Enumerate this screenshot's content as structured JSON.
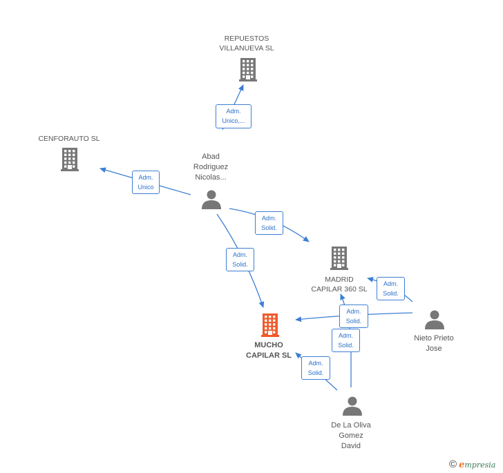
{
  "colors": {
    "edge": "#3d7fd1",
    "company": "#777777",
    "focus": "#f05a2a",
    "person": "#777777"
  },
  "nodes": [
    {
      "id": "repuestos",
      "kind": "company",
      "lines": [
        "REPUESTOS",
        "VILLANUEVA  SL"
      ]
    },
    {
      "id": "cenforauto",
      "kind": "company",
      "lines": [
        "CENFORAUTO SL"
      ]
    },
    {
      "id": "abad",
      "kind": "person",
      "lines": [
        "Abad",
        "Rodriguez",
        "Nicolas..."
      ]
    },
    {
      "id": "madrid",
      "kind": "company",
      "lines": [
        "MADRID",
        "CAPILAR 360  SL"
      ]
    },
    {
      "id": "mucho",
      "kind": "focus",
      "lines": [
        "MUCHO",
        "CAPILAR  SL"
      ]
    },
    {
      "id": "nieto",
      "kind": "person",
      "lines": [
        "Nieto Prieto",
        "Jose"
      ]
    },
    {
      "id": "oliva",
      "kind": "person",
      "lines": [
        "De La Oliva",
        "Gomez",
        "David"
      ]
    }
  ],
  "edges": [
    {
      "id": "abad-repuestos",
      "from": "abad",
      "to": "repuestos",
      "lines": [
        "Adm.",
        "Unico,..."
      ]
    },
    {
      "id": "abad-cenforauto",
      "from": "abad",
      "to": "cenforauto",
      "lines": [
        "Adm.",
        "Unico"
      ]
    },
    {
      "id": "abad-madrid",
      "from": "abad",
      "to": "madrid",
      "lines": [
        "Adm.",
        "Solid."
      ]
    },
    {
      "id": "abad-mucho",
      "from": "abad",
      "to": "mucho",
      "lines": [
        "Adm.",
        "Solid."
      ]
    },
    {
      "id": "nieto-madrid",
      "from": "nieto",
      "to": "madrid",
      "lines": [
        "Adm.",
        "Solid."
      ]
    },
    {
      "id": "nieto-mucho",
      "from": "nieto",
      "to": "mucho",
      "lines": [
        "Adm.",
        "Solid."
      ]
    },
    {
      "id": "oliva-madrid",
      "from": "oliva",
      "to": "madrid",
      "lines": [
        "Adm.",
        "Solid."
      ]
    },
    {
      "id": "oliva-mucho",
      "from": "oliva",
      "to": "mucho",
      "lines": [
        "Adm.",
        "Solid."
      ]
    }
  ],
  "brand": {
    "copyright": "©",
    "initial": "e",
    "name": "mpresia"
  }
}
